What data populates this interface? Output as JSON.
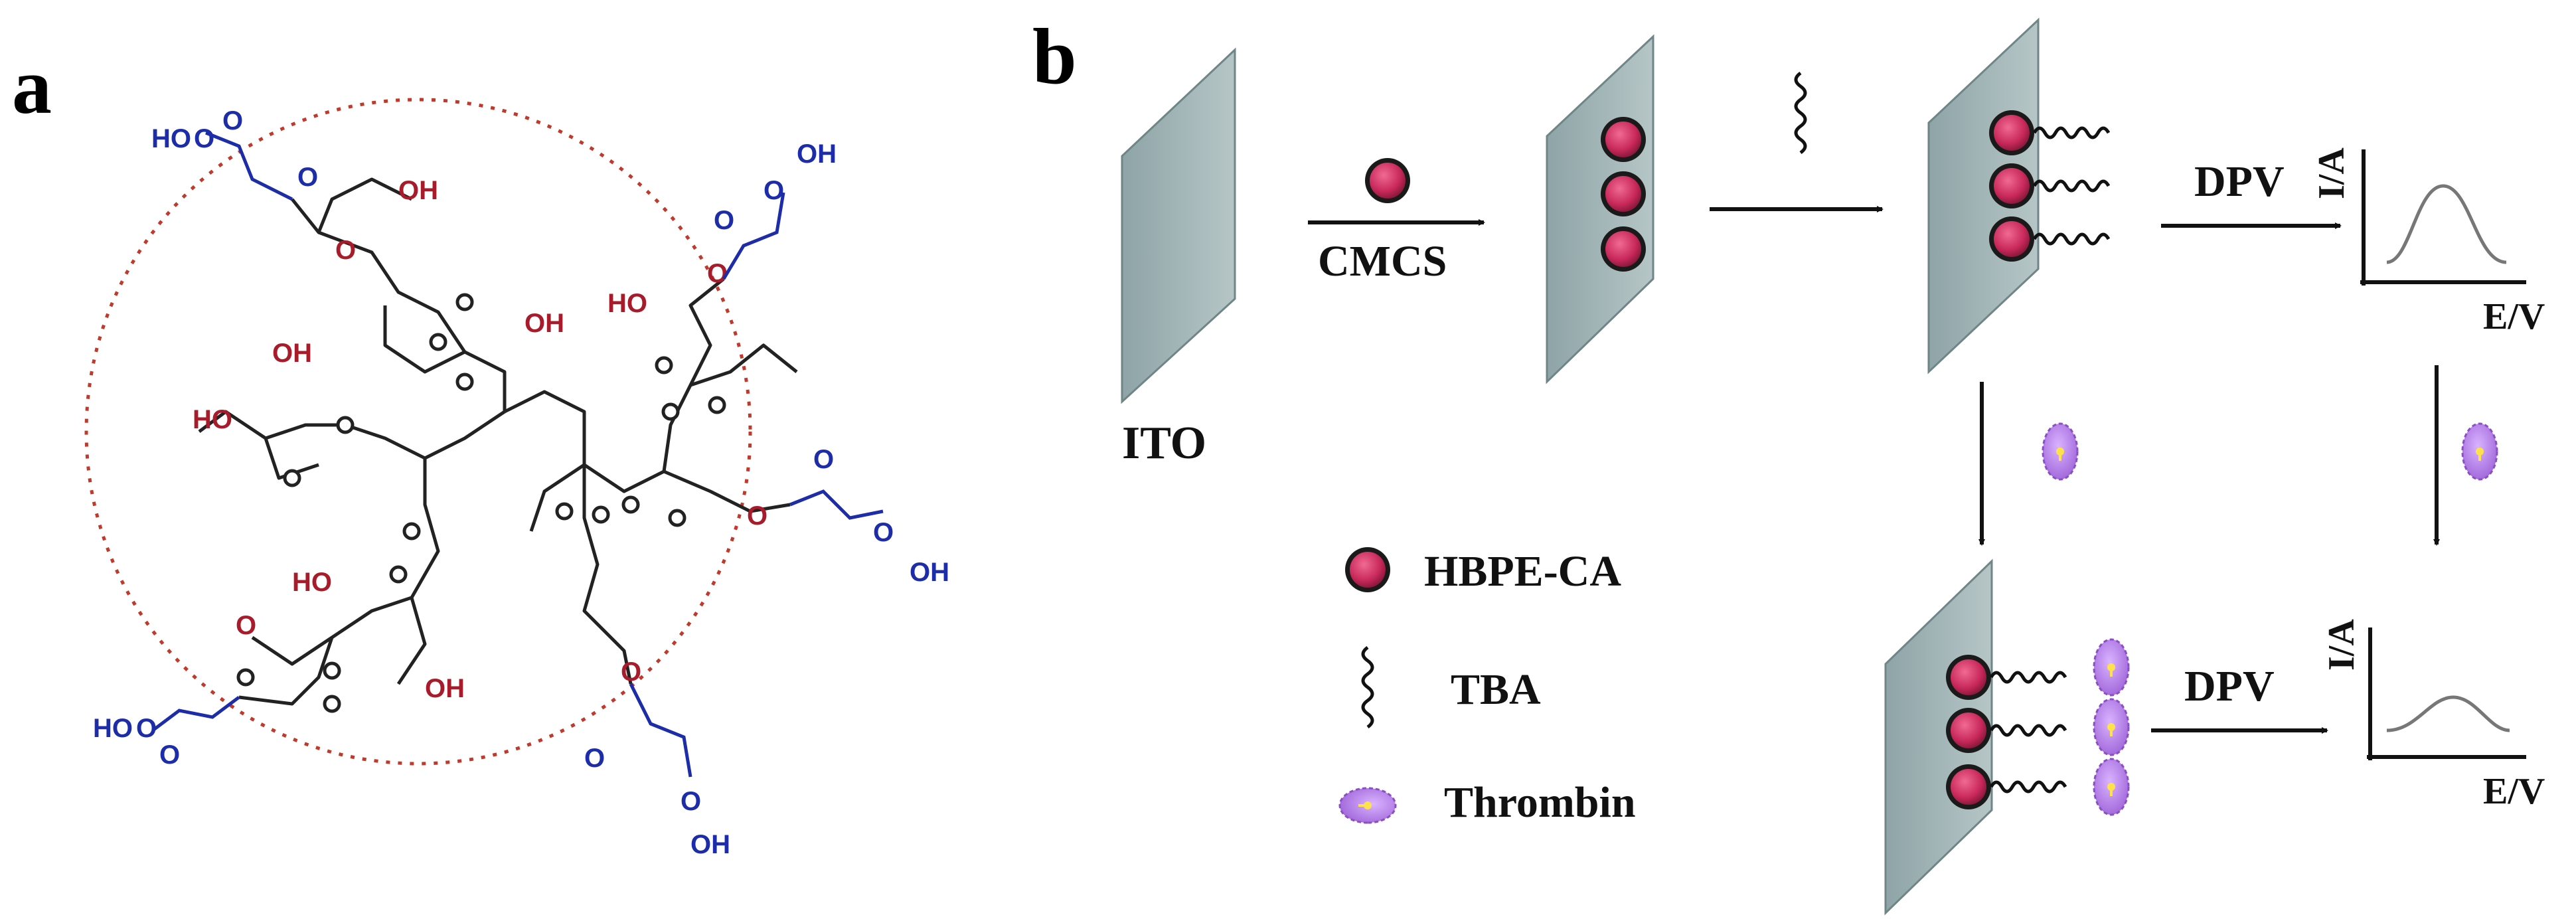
{
  "panels": {
    "a": "a",
    "b": "b"
  },
  "molecule": {
    "hydroxyl_red": "OH",
    "hydroxyl_red_left": "HO",
    "acid_left": "HO",
    "acid_right": "OH",
    "acid_carbonyl": "O",
    "ester_oxygen": "O"
  },
  "scheme": {
    "electrode": "ITO",
    "step1_reagent": "CMCS",
    "detect_label": "DPV",
    "axis_y": "I/A",
    "axis_x": "E/V"
  },
  "legend": {
    "nanoparticle": "HBPE-CA",
    "aptamer": "TBA",
    "protein": "Thrombin"
  },
  "colors": {
    "plate_face": "#9fb3b5",
    "plate_edge": "#6f8587",
    "particle": "#c8285a",
    "thrombin": "#b07be0",
    "circle_outline": "#c0392b",
    "acid_blue": "#1d2ca8",
    "hydroxyl_red": "#a81b2a"
  }
}
